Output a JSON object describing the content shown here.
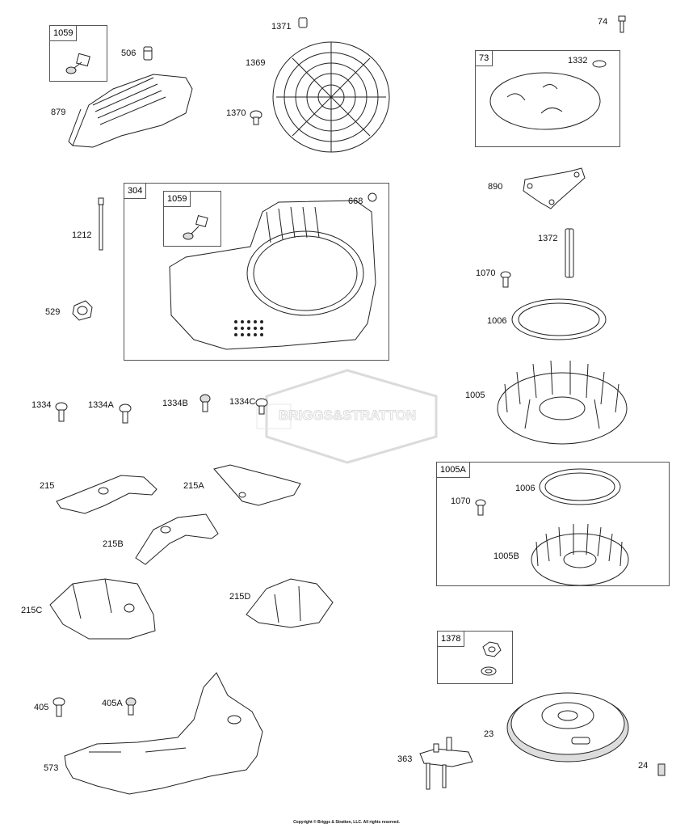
{
  "labels": {
    "l1059a": "1059",
    "l506": "506",
    "l879": "879",
    "l1371": "1371",
    "l1369": "1369",
    "l1370": "1370",
    "l74": "74",
    "l73": "73",
    "l1332": "1332",
    "l304": "304",
    "l1059b": "1059",
    "l668": "668",
    "l1212": "1212",
    "l529": "529",
    "l890": "890",
    "l1372": "1372",
    "l1070a": "1070",
    "l1006a": "1006",
    "l1005": "1005",
    "l1334": "1334",
    "l1334A": "1334A",
    "l1334B": "1334B",
    "l1334C": "1334C",
    "l215": "215",
    "l215A": "215A",
    "l215B": "215B",
    "l215C": "215C",
    "l215D": "215D",
    "l1005A": "1005A",
    "l1070b": "1070",
    "l1006b": "1006",
    "l1005B": "1005B",
    "l1378": "1378",
    "l405": "405",
    "l405A": "405A",
    "l573": "573",
    "l23": "23",
    "l363": "363",
    "l24": "24"
  },
  "watermark": "BRIGGS&STRATTON",
  "copyright": "Copyright © Briggs & Stratton, LLC. All rights reserved."
}
